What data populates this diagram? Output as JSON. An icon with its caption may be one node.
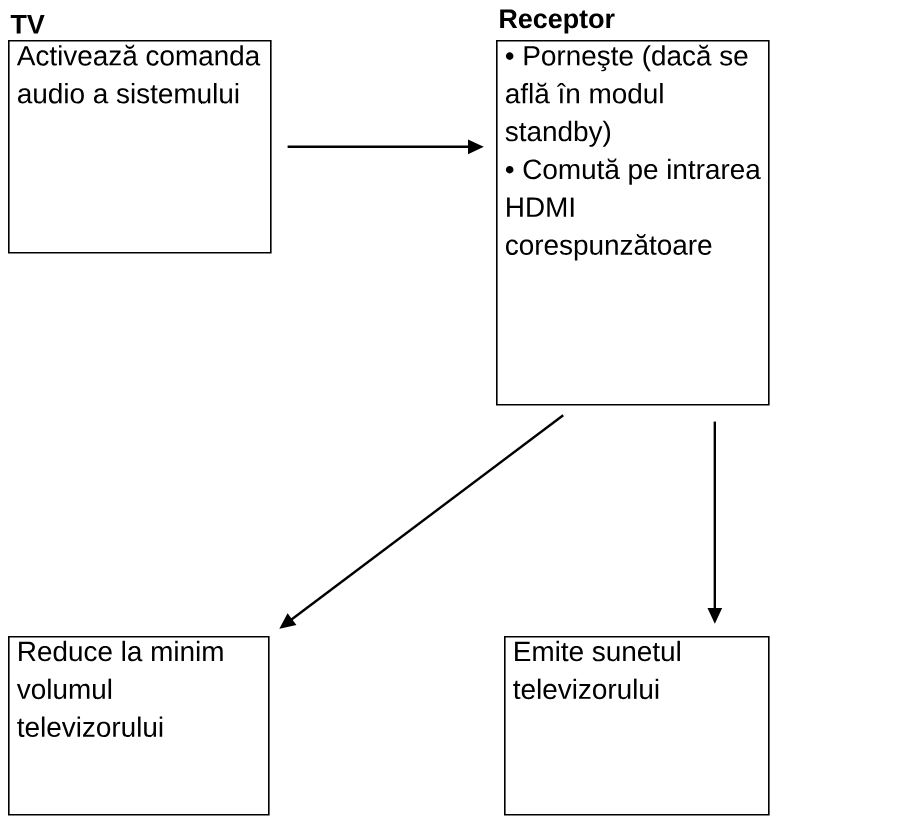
{
  "diagram": {
    "nodes": [
      {
        "text": [
          "TV",
          "Activează comanda audio a sistemului"
        ]
      },
      {
        "text": [
          "Receptor",
          "• Porneşte (dacă se află în modul standby)",
          "• Comută pe intrarea HDMI corespunzătoare"
        ]
      },
      {
        "text": [
          "Reduce la minim volumul televizorului"
        ]
      },
      {
        "text": [
          "Emite sunetul televizorului"
        ]
      }
    ],
    "edges": [
      {
        "from": 0,
        "to": 1,
        "arrow": "to"
      },
      {
        "from": 1,
        "to": 2,
        "arrow": "to"
      },
      {
        "from": 1,
        "to": 3,
        "arrow": "to"
      }
    ]
  }
}
